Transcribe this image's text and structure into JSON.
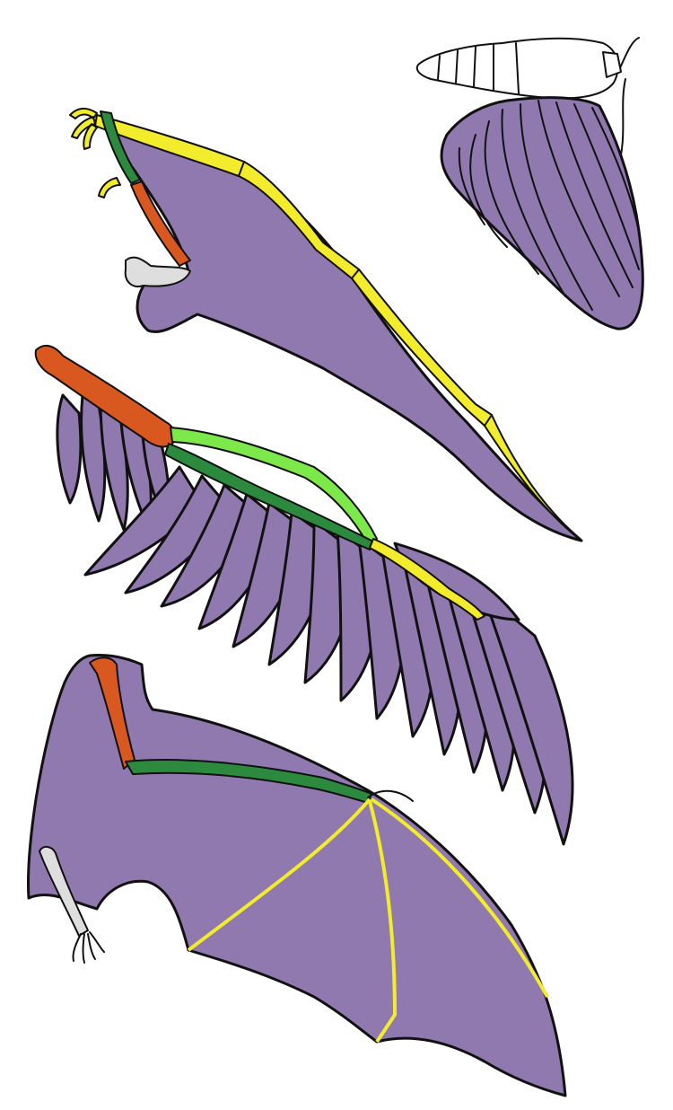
{
  "figure": {
    "labels": [],
    "colors": {
      "background": "#ffffff",
      "membrane": "#8f79ae",
      "humerus": "#d9581f",
      "radius_ulna": "#2b8a3e",
      "radius_bird": "#7de84a",
      "digits": "#f2ec2c",
      "other_bone": "#dedede",
      "outline": "#111111"
    },
    "panels": [
      {
        "name": "insect-wing",
        "icon": "insect-wing-icon"
      },
      {
        "name": "pterosaur-wing",
        "icon": "pterosaur-wing-icon"
      },
      {
        "name": "bird-wing",
        "icon": "bird-wing-icon"
      },
      {
        "name": "bat-wing",
        "icon": "bat-wing-icon"
      }
    ]
  }
}
